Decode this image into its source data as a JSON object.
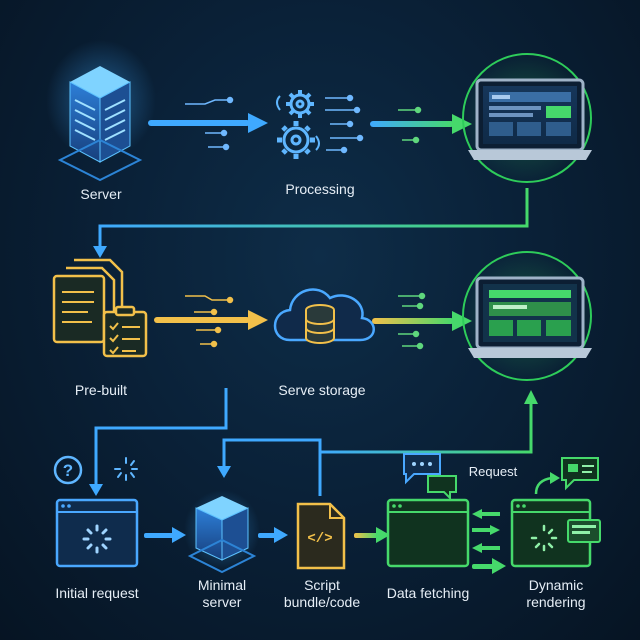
{
  "labels": {
    "server": "Server",
    "processing": "Processing",
    "prebuilt": "Pre-built",
    "serve_storage": "Serve storage",
    "initial_request": "Initial request",
    "minimal_server": "Minimal server",
    "script_bundle": "Script bundle/code",
    "data_fetching": "Data fetching",
    "dynamic_rendering": "Dynamic rendering",
    "request": "Request"
  },
  "glyphs": {
    "question": "?",
    "code": "</>"
  },
  "colors": {
    "background": "#0a2138",
    "blue": "#3fa9ff",
    "green": "#46d96b",
    "yellow": "#f2c04a",
    "label": "#e6eef6"
  }
}
